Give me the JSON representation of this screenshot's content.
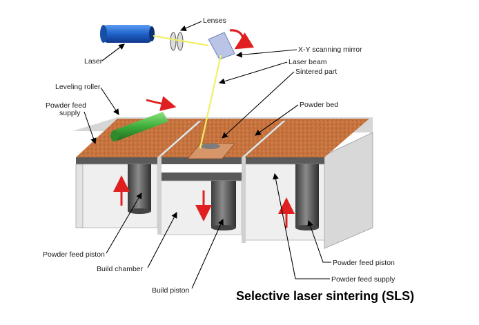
{
  "caption": "Selective laser sintering (SLS)",
  "labels": {
    "lenses": "Lenses",
    "laser": "Laser",
    "mirror": "X-Y scanning mirror",
    "beam": "Laser beam",
    "sintered": "Sintered part",
    "roller": "Leveling roller",
    "supply_line1": "Powder feed",
    "supply_line2": "supply",
    "bed": "Powder bed",
    "piston_left": "Powder feed piston",
    "chamber": "Build chamber",
    "build_piston": "Build piston",
    "piston_right": "Powder feed piston",
    "supply_right": "Powder feed supply"
  },
  "colors": {
    "powder": "#c8743f",
    "laser_body": "#1f63c9",
    "beam": "#f2ef66",
    "roller": "#3fae3c",
    "wall": "#e4e4e4",
    "dark_layer": "#5a5a5a",
    "arrow": "#e02020"
  }
}
